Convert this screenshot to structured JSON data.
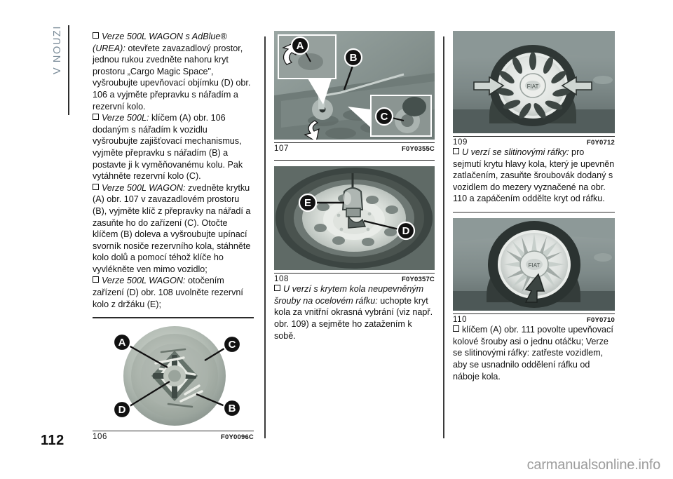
{
  "document": {
    "running_head": "V NOUZI",
    "page_number": "112",
    "watermark": "carmanualsonline.info"
  },
  "columns": {
    "left": {
      "paragraphs": [
        {
          "bullet": true,
          "italic_lead": "Verze 500L WAGON s AdBlue® (UREA):",
          "text": " otevřete zavazadlový prostor, jednou rukou zvedněte nahoru kryt prostoru „Cargo Magic Space\", vyšroubujte upevňovací objímku (D) obr. 106 a vyjměte přepravku s nářadím a rezervní kolo."
        },
        {
          "bullet": true,
          "italic_lead": "Verze 500L:",
          "text": " klíčem (A) obr. 106 dodaným s nářadím k vozidlu vyšroubujte zajišťovací mechanismus, vyjměte přepravku s nářadím (B) a postavte ji k vyměňovanému kolu. Pak vytáhněte rezervní kolo (C)."
        },
        {
          "bullet": true,
          "italic_lead": "Verze 500L WAGON:",
          "text": " zvedněte krytku (A) obr. 107 v zavazadlovém prostoru (B), vyjměte klíč z přepravky na nářadí a zasuňte ho do zařízení (C). Otočte klíčem (B) doleva a vyšroubujte upínací svorník nosiče rezervního kola, stáhněte kolo dolů a pomocí téhož klíče ho vyvlékněte ven mimo vozidlo;"
        },
        {
          "bullet": true,
          "italic_lead": "Verze 500L WAGON:",
          "text": " otočením zařízení (D) obr. 108 uvolněte rezervní kolo z držáku (E);"
        }
      ],
      "figure": {
        "number": "106",
        "code": "F0Y0096C",
        "callouts": [
          "A",
          "B",
          "C",
          "D"
        ],
        "alt": "Rezervní kolo s přepravkou na nářadí"
      }
    },
    "middle": {
      "figure_top": {
        "number": "107",
        "code": "F0Y0355C",
        "callouts": [
          "A",
          "B",
          "C"
        ],
        "alt": "Krytka v zavazadlovém prostoru a zařízení nosiče kola"
      },
      "figure_bottom": {
        "number": "108",
        "code": "F0Y0357C",
        "callouts": [
          "D",
          "E"
        ],
        "alt": "Rezervní kolo s držákem"
      },
      "paragraphs": [
        {
          "bullet": true,
          "italic_lead": "U verzí s krytem kola neupevněným šrouby na ocelovém ráfku:",
          "text": " uchopte kryt kola za vnitřní okrasná vybrání (viz např. obr. 109) a sejměte ho zatažením k sobě."
        }
      ]
    },
    "right": {
      "figure_top": {
        "number": "109",
        "code": "F0Y0712",
        "callouts": [],
        "alt": "Kolo s krytem a šipkami označujícími úchyty"
      },
      "paragraph_middle": {
        "bullet": true,
        "italic_lead": "U verzí se slitinovými ráfky:",
        "text": " pro sejmutí krytu hlavy kola, který je upevněn zatlačením, zasuňte šroubovák dodaný s vozidlem do mezery vyznačené na obr. 110 a zapáčením oddělte kryt od ráfku."
      },
      "figure_bottom": {
        "number": "110",
        "code": "F0Y0710",
        "callouts": [],
        "alt": "Slitinový ráfek se šipkou označující mezeru"
      },
      "paragraph_bottom": {
        "bullet": true,
        "italic_lead": "",
        "text": "klíčem (A) obr. 111 povolte upevňovací kolové šrouby asi o jednu otáčku; Verze se slitinovými ráfky: zatřeste vozidlem, aby se usnadnilo oddělení ráfku od náboje kola."
      }
    }
  },
  "colors": {
    "running_head": "#7b8c99",
    "rule": "#2d2d2d",
    "text": "#111111",
    "watermark": "#9d9d9d"
  }
}
